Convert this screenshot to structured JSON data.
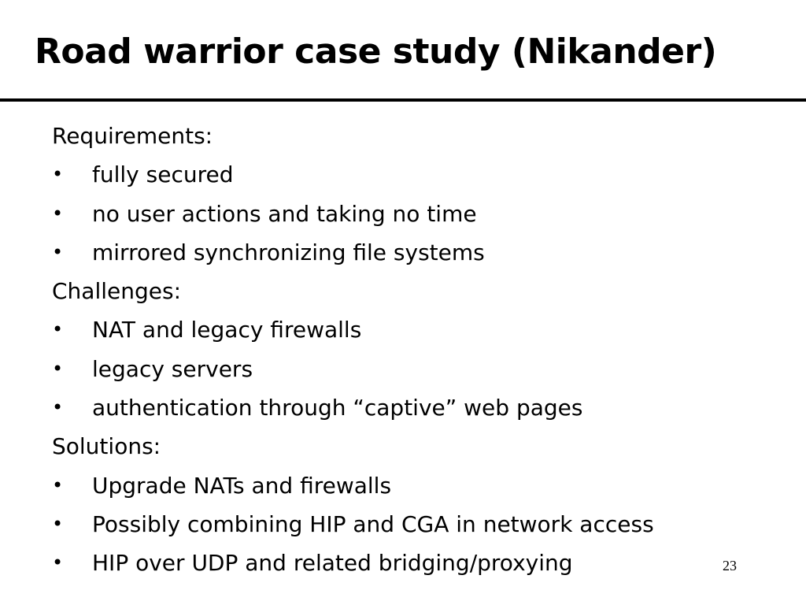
{
  "slide": {
    "title": "Road warrior case study (Nikander)",
    "page_number": "23",
    "bullet_glyph": "•",
    "sections": [
      {
        "heading": "Requirements:",
        "items": [
          "fully secured",
          "no user actions and taking no time",
          "mirrored synchronizing file systems"
        ]
      },
      {
        "heading": "Challenges:",
        "items": [
          "NAT and legacy firewalls",
          "legacy servers",
          "authentication through “captive” web pages"
        ]
      },
      {
        "heading": "Solutions:",
        "items": [
          "Upgrade NATs and firewalls",
          "Possibly combining HIP and CGA in network access",
          "HIP over UDP and related bridging/proxying"
        ]
      }
    ]
  }
}
